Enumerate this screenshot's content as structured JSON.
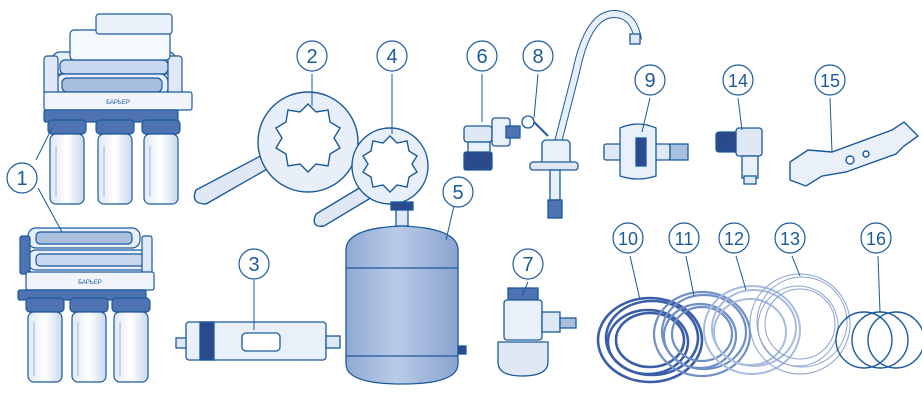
{
  "colors": {
    "line": "#1a5a9c",
    "fill_light": "#dfe8f4",
    "fill_mid": "#a9bfde",
    "fill_dark": "#4f73b2",
    "fill_navy": "#2b4a8c",
    "tube_dark": "#3a5ea6",
    "tube_mid": "#6f8fc6",
    "tube_light": "#a8bcdf"
  },
  "brand_label": "БАРЬЕР",
  "callouts": [
    {
      "id": "1",
      "label": "1",
      "depicts": "filter-system"
    },
    {
      "id": "2",
      "label": "2",
      "depicts": "large-housing-wrench"
    },
    {
      "id": "3",
      "label": "3",
      "depicts": "membrane-cartridge"
    },
    {
      "id": "4",
      "label": "4",
      "depicts": "small-housing-wrench"
    },
    {
      "id": "5",
      "label": "5",
      "depicts": "storage-tank"
    },
    {
      "id": "6",
      "label": "6",
      "depicts": "tank-valve"
    },
    {
      "id": "7",
      "label": "7",
      "depicts": "inlet-valve-adapter"
    },
    {
      "id": "8",
      "label": "8",
      "depicts": "clean-water-faucet"
    },
    {
      "id": "9",
      "label": "9",
      "depicts": "drain-clamp"
    },
    {
      "id": "10",
      "label": "10",
      "depicts": "tube-coil"
    },
    {
      "id": "11",
      "label": "11",
      "depicts": "tube-coil"
    },
    {
      "id": "12",
      "label": "12",
      "depicts": "tube-coil"
    },
    {
      "id": "13",
      "label": "13",
      "depicts": "tube-coil"
    },
    {
      "id": "14",
      "label": "14",
      "depicts": "elbow-fitting"
    },
    {
      "id": "15",
      "label": "15",
      "depicts": "service-spanner"
    },
    {
      "id": "16",
      "label": "16",
      "depicts": "o-rings"
    }
  ]
}
